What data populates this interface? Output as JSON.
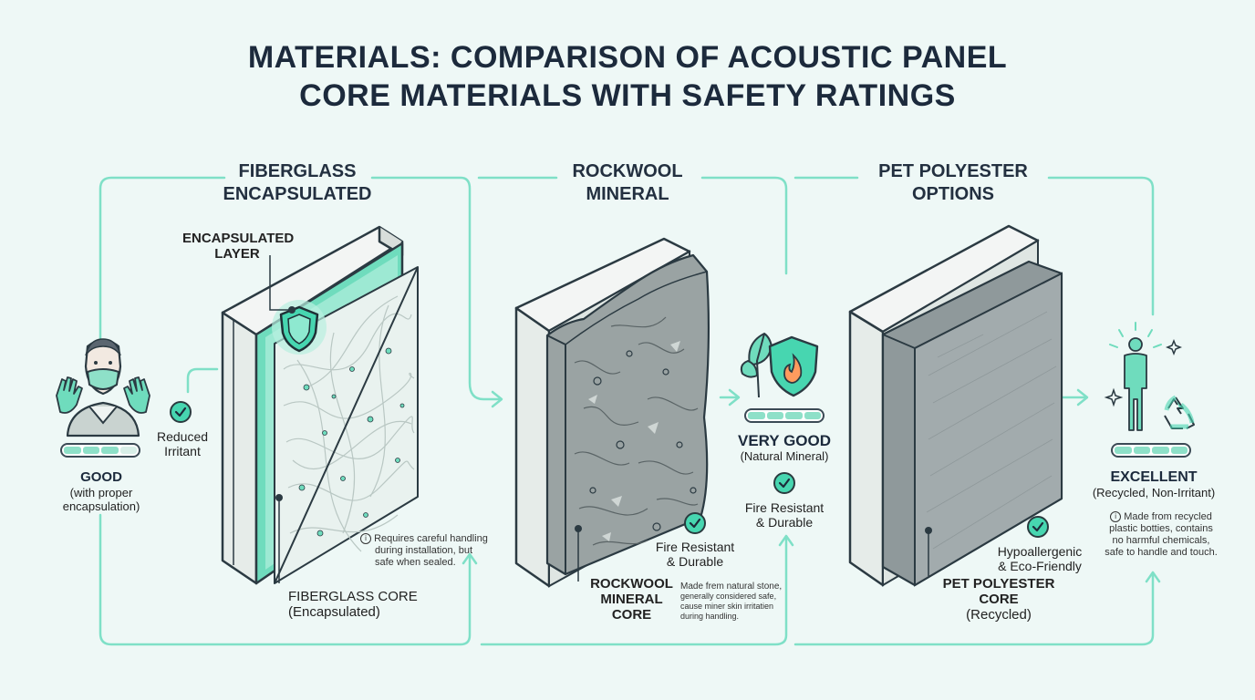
{
  "title": {
    "line1": "MATERIALS: COMPARISON OF ACOUSTIC PANEL",
    "line2": "CORE MATERIALS WITH SAFETY RATINGS"
  },
  "colors": {
    "accent": "#47d6b0",
    "line": "#7fe0c7",
    "ink": "#1c2a3c"
  },
  "fiberglass": {
    "heading1": "FIBERGLASS",
    "heading2": "ENCAPSULATED",
    "layer_label1": "ENCAPSULATED",
    "layer_label2": "LAYER",
    "reduced1": "Reduced",
    "reduced2": "Irritant",
    "rating_title": "GOOD",
    "rating_sub1": "(with proper",
    "rating_sub2": "encapsulation)",
    "core1": "FIBERGLASS CORE",
    "core2": "(Encapsulated)",
    "note1": "Requires careful handling",
    "note2": "during installation, but",
    "note3": "safe when sealed.",
    "note_icon": "info-icon"
  },
  "rockwool": {
    "heading1": "ROCKWOOL",
    "heading2": "MINERAL",
    "rating_title": "VERY GOOD",
    "rating_sub": "(Natural Mineral)",
    "fire1": "Fire Resistant",
    "fire2": "& Durable",
    "fire_b1": "Fire Resistant",
    "fire_b2": "& Durable",
    "core1": "ROCKWOOL",
    "core2": "MINERAL",
    "core3": "CORE",
    "note1": "Made frem natural stone,",
    "note2": "generally considered safe,",
    "note3": "cause miner skin irritatien",
    "note4": "during handling."
  },
  "pet": {
    "heading1": "PET POLYESTER",
    "heading2": "OPTIONS",
    "rating_title": "EXCELLENT",
    "rating_sub": "(Recycled, Non-Irritant)",
    "hypo1": "Hypoallergenic",
    "hypo2": "& Eco-Friendly",
    "core1": "PET POLYESTER",
    "core2": "CORE",
    "core3": "(Recycled)",
    "note1": "Made from recycled",
    "note2": "plastic botties, contains",
    "note3": "no harmful chemicals,",
    "note4": "safe to handle and touch."
  }
}
